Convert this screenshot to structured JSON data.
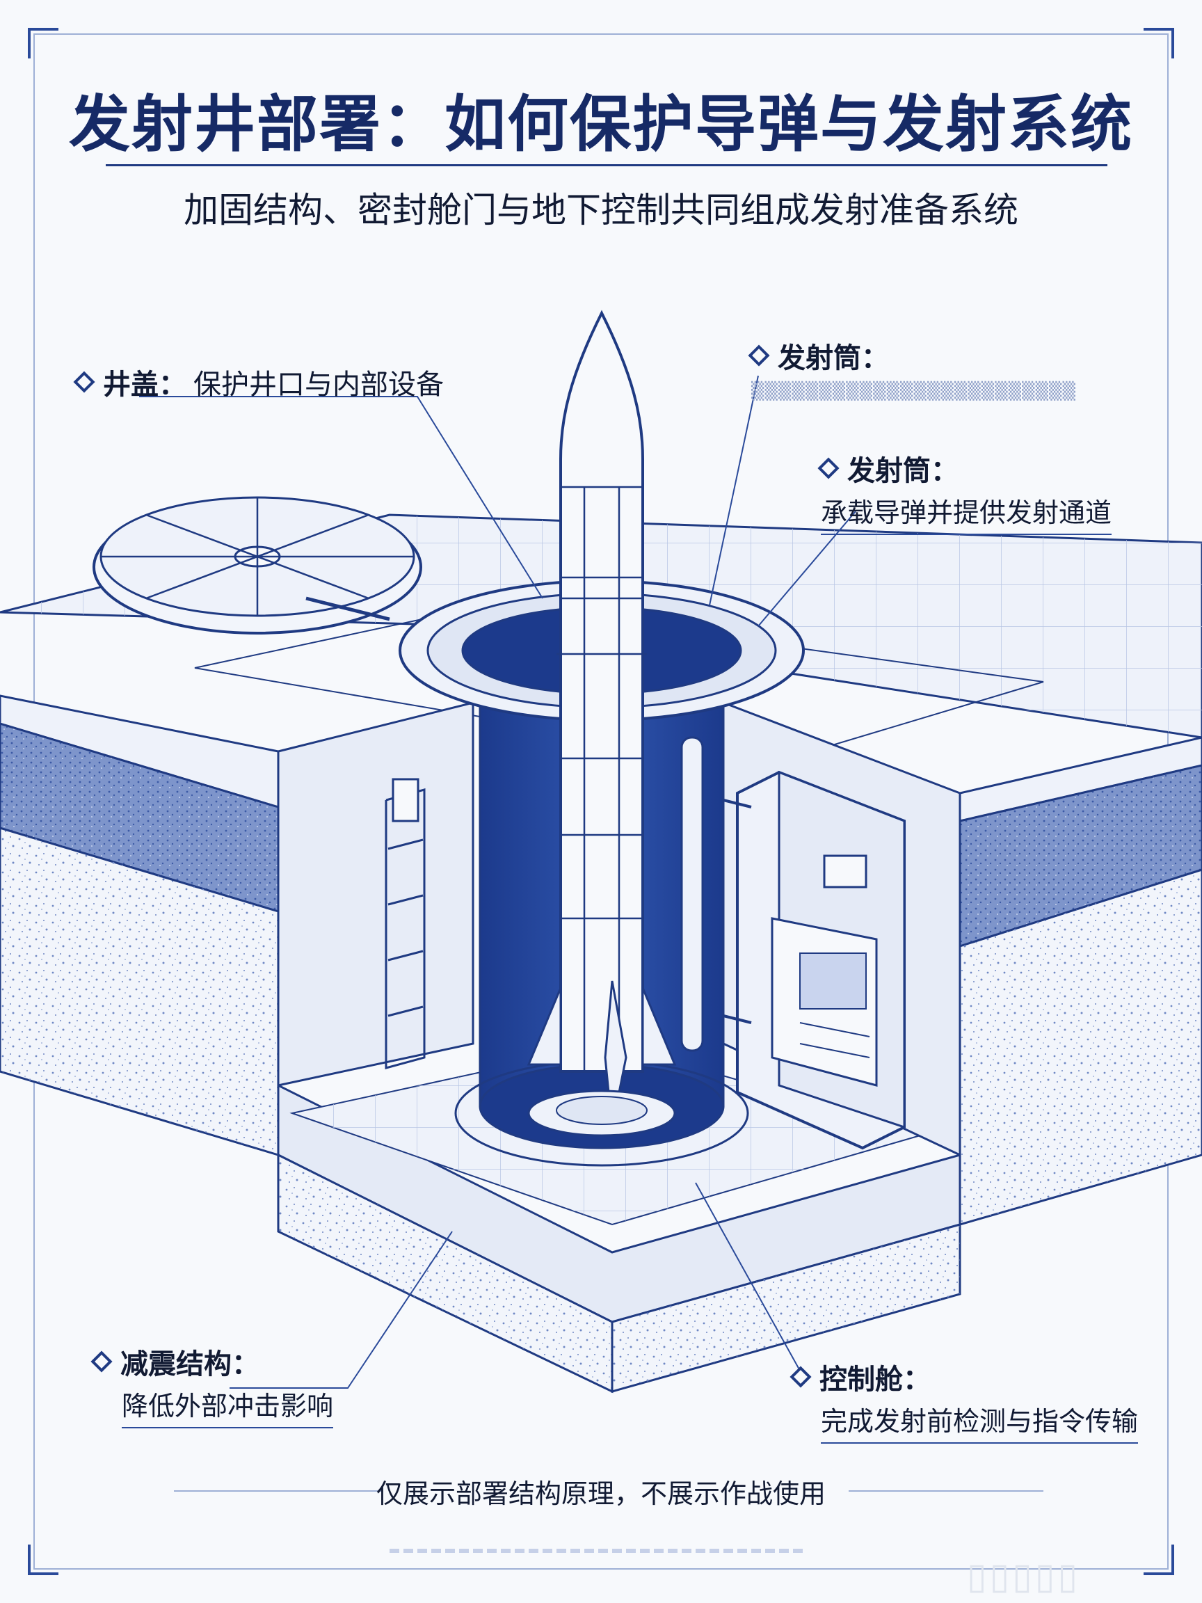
{
  "title": "发射井部署：如何保护导弹与发射系统",
  "subtitle": "加固结构、密封舱门与地下控制共同组成发射准备系统",
  "labels": {
    "lid": {
      "head": "井盖：",
      "desc": "保护井口与内部设备"
    },
    "tube_top": {
      "head": "发射筒："
    },
    "tube": {
      "head": "发射筒：",
      "desc": "承载导弹并提供发射通道"
    },
    "damping": {
      "head": "减震结构：",
      "desc": "降低外部冲击影响"
    },
    "control": {
      "head": "控制舱：",
      "desc": "完成发射前检测与指令传输"
    }
  },
  "footer": "仅展示部署结构原理，不展示作战使用",
  "colors": {
    "ink": "#1f3a82",
    "deep": "#162a66",
    "fill": "#2b4ea3",
    "soil": "#6f88c4",
    "paper": "#f7f9fc"
  }
}
